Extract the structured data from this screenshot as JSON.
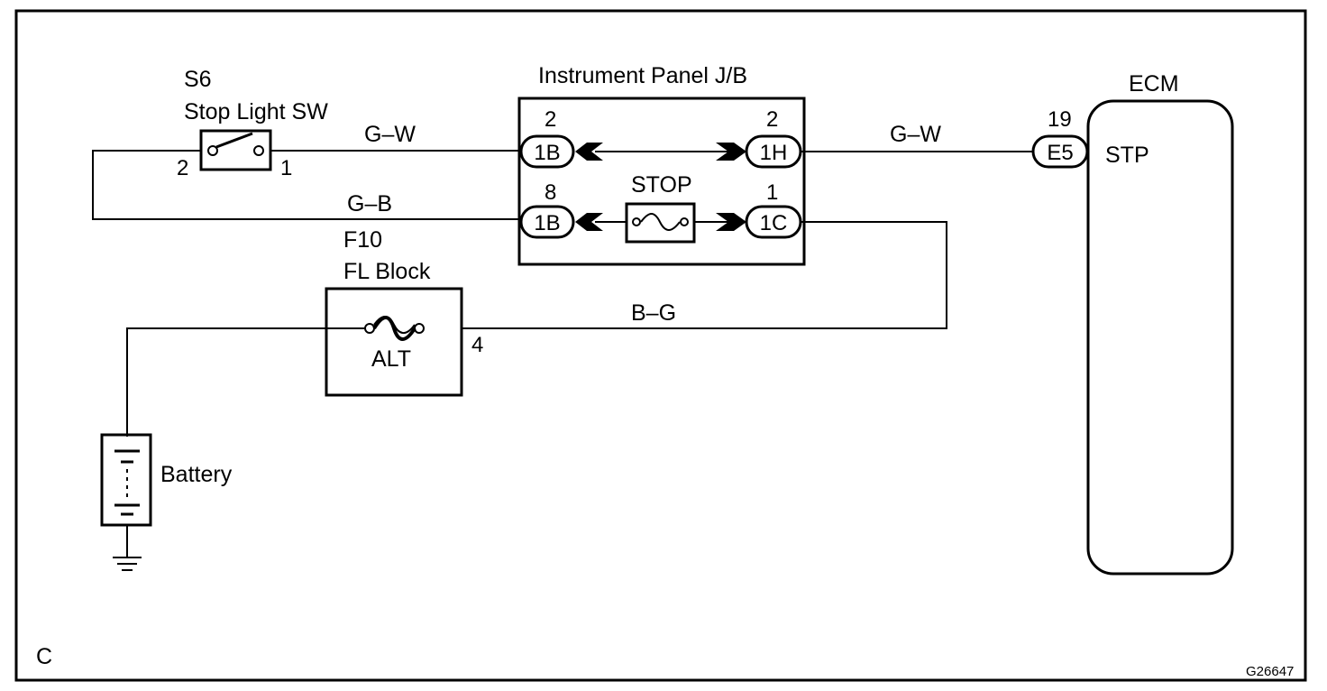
{
  "components": {
    "stop_light_sw": {
      "code": "S6",
      "name": "Stop Light SW",
      "pin_left": "2",
      "pin_right": "1"
    },
    "jb": {
      "title": "Instrument Panel J/B",
      "fuse_label": "STOP",
      "top_left": {
        "pin": "2",
        "connector": "1B"
      },
      "top_right": {
        "pin": "2",
        "connector": "1H"
      },
      "bottom_left": {
        "pin": "8",
        "connector": "1B"
      },
      "bottom_right": {
        "pin": "1",
        "connector": "1C"
      }
    },
    "fl_block": {
      "code": "F10",
      "name": "FL Block",
      "fuse_label": "ALT",
      "pin": "4"
    },
    "ecm": {
      "title": "ECM",
      "connector": "E5",
      "pin": "19",
      "terminal": "STP"
    },
    "battery": {
      "label": "Battery"
    }
  },
  "wires": {
    "sw_to_jb": "G–W",
    "jb_to_ecm": "G–W",
    "sw_to_jb_bottom": "G–B",
    "fl_to_jb": "B–G"
  },
  "footer": {
    "corner_label": "C",
    "figure_id": "G26647"
  }
}
